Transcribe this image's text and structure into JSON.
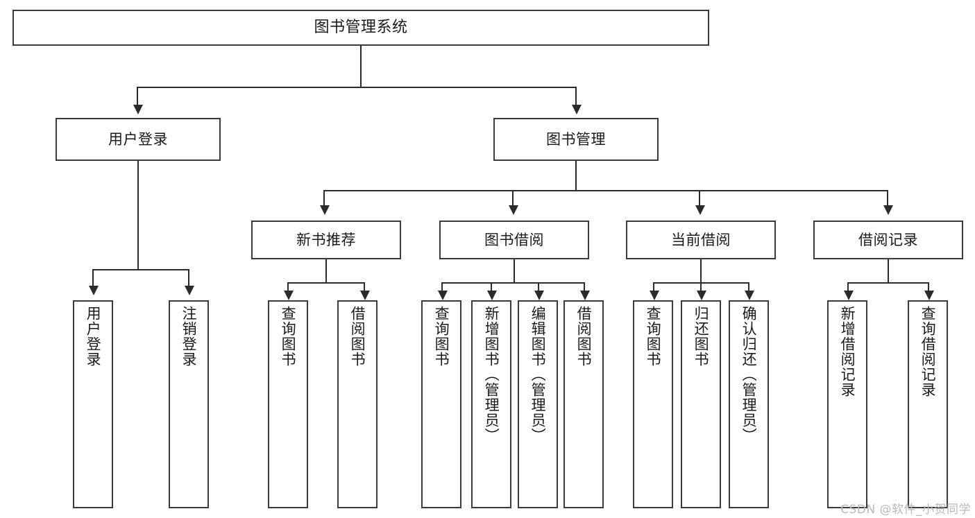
{
  "diagram": {
    "type": "tree-hierarchy-chart",
    "title": "图书管理系统",
    "root": {
      "id": "root",
      "label": "图书管理系统",
      "level": 0
    },
    "level2": [
      {
        "id": "user-login",
        "label": "用户登录"
      },
      {
        "id": "book-management",
        "label": "图书管理"
      }
    ],
    "level3": [
      {
        "id": "new-book-recommend",
        "label": "新书推荐",
        "parent": "book-management"
      },
      {
        "id": "book-borrow",
        "label": "图书借阅",
        "parent": "book-management"
      },
      {
        "id": "current-borrow",
        "label": "当前借阅",
        "parent": "book-management"
      },
      {
        "id": "borrow-record",
        "label": "借阅记录",
        "parent": "book-management"
      }
    ],
    "leaves": {
      "user_login": [
        {
          "id": "leaf-user-login",
          "label": "用户登录"
        },
        {
          "id": "leaf-logout-login",
          "label": "注销登录"
        }
      ],
      "new_book_recommend": [
        {
          "id": "leaf-query-book-1",
          "label": "查询图书"
        },
        {
          "id": "leaf-borrow-book-1",
          "label": "借阅图书"
        }
      ],
      "book_borrow": [
        {
          "id": "leaf-query-book-2",
          "label": "查询图书"
        },
        {
          "id": "leaf-add-book",
          "label": "新增图书（管理员）"
        },
        {
          "id": "leaf-edit-book",
          "label": "编辑图书（管理员）"
        },
        {
          "id": "leaf-borrow-book-2",
          "label": "借阅图书"
        }
      ],
      "current_borrow": [
        {
          "id": "leaf-query-book-3",
          "label": "查询图书"
        },
        {
          "id": "leaf-return-book",
          "label": "归还图书"
        },
        {
          "id": "leaf-confirm-return",
          "label": "确认归还（管理员）"
        }
      ],
      "borrow_record": [
        {
          "id": "leaf-add-record",
          "label": "新增借阅记录"
        },
        {
          "id": "leaf-query-record",
          "label": "查询借阅记录"
        }
      ]
    }
  },
  "watermark": {
    "text": "CSDN @软件_小贺同学"
  },
  "colors": {
    "box_border": "#3a3a3a",
    "connector": "#2b2b2b",
    "background": "#ffffff",
    "text": "#1a1a1a",
    "watermark": "#b9b9b9"
  }
}
